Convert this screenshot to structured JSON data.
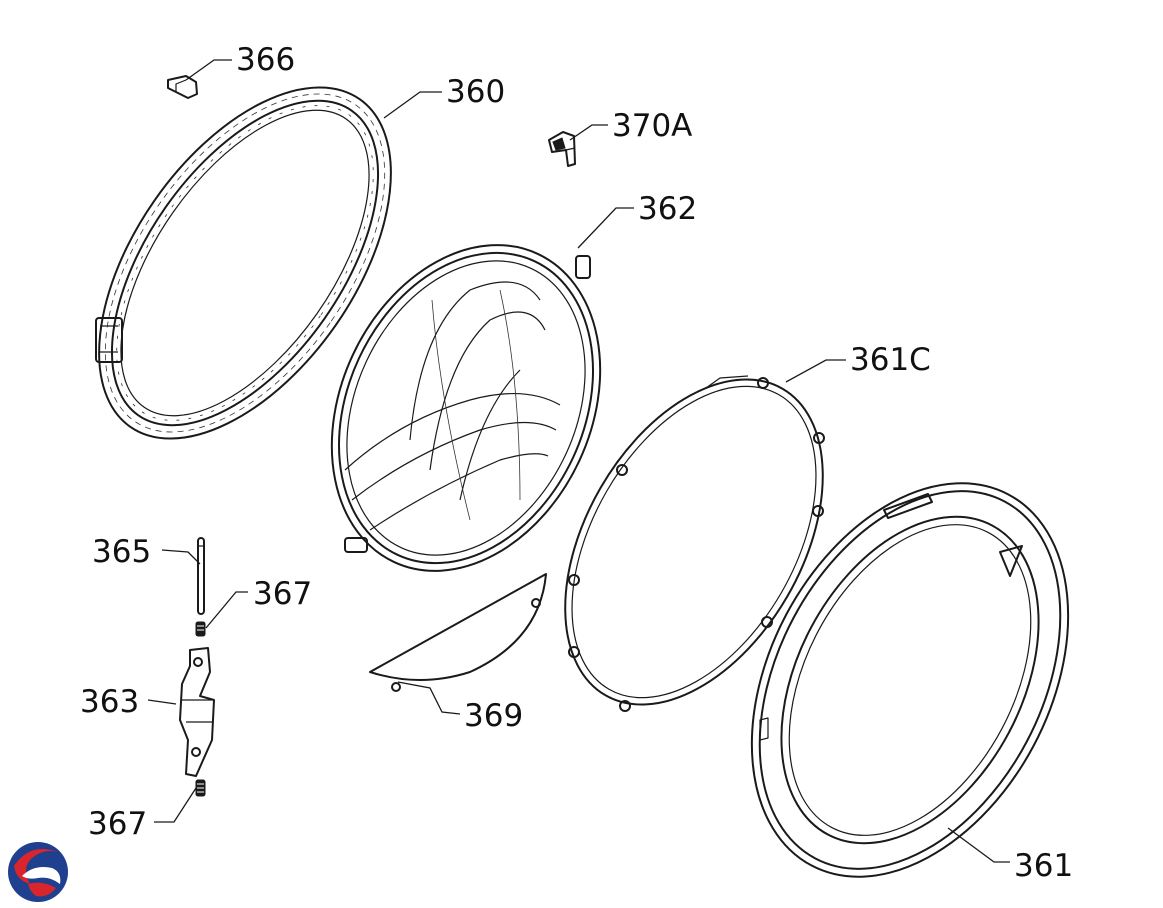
{
  "callouts": {
    "p366": "366",
    "p360": "360",
    "p370a": "370A",
    "p362": "362",
    "p361c": "361C",
    "p365": "365",
    "p367_top": "367",
    "p363": "363",
    "p369": "369",
    "p367_bottom": "367",
    "p361": "361"
  },
  "logo": {
    "icon": "brand-swirl-icon",
    "colors": [
      "#d9262c",
      "#1f3f8f"
    ]
  },
  "colors": {
    "ink": "#1a1a1a",
    "background": "#ffffff"
  }
}
